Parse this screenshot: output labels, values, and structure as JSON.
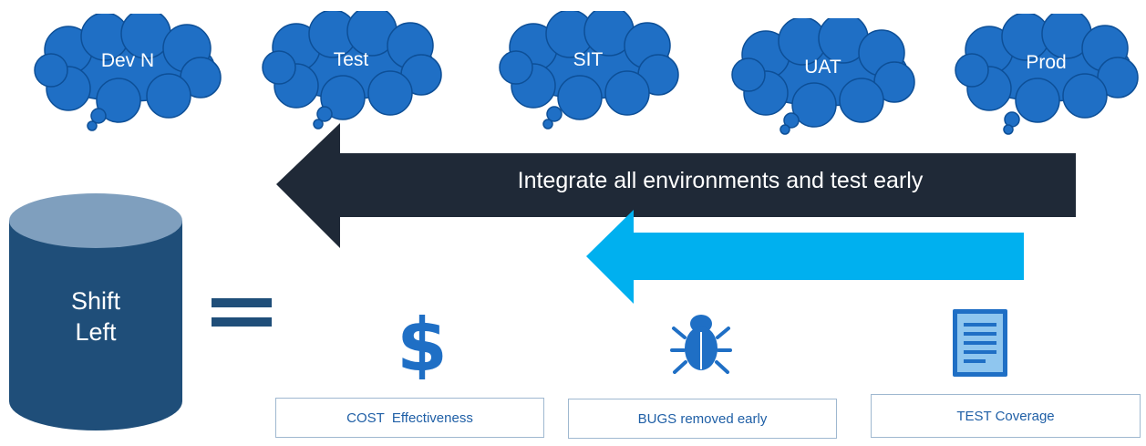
{
  "environments": [
    {
      "label": "Dev N"
    },
    {
      "label": "Test"
    },
    {
      "label": "SIT"
    },
    {
      "label": "UAT"
    },
    {
      "label": "Prod"
    }
  ],
  "arrow": {
    "label": "Integrate all environments and test early"
  },
  "shift_left": {
    "line1": "Shift",
    "line2": "Left"
  },
  "benefits": [
    {
      "label": "COST  Effectiveness",
      "icon": "dollar-icon"
    },
    {
      "label": "BUGS removed early",
      "icon": "bug-icon"
    },
    {
      "label": "TEST Coverage",
      "icon": "document-icon"
    }
  ],
  "colors": {
    "cloud": "#1f6fc5",
    "cloud_outline": "#0d4f97",
    "dark_arrow": "#1f2937",
    "light_arrow": "#00b0ef",
    "cylinder_body": "#1f4e79",
    "cylinder_top": "#7f9fbe",
    "equals": "#1f4e79",
    "icon_blue": "#1f6fc5"
  }
}
